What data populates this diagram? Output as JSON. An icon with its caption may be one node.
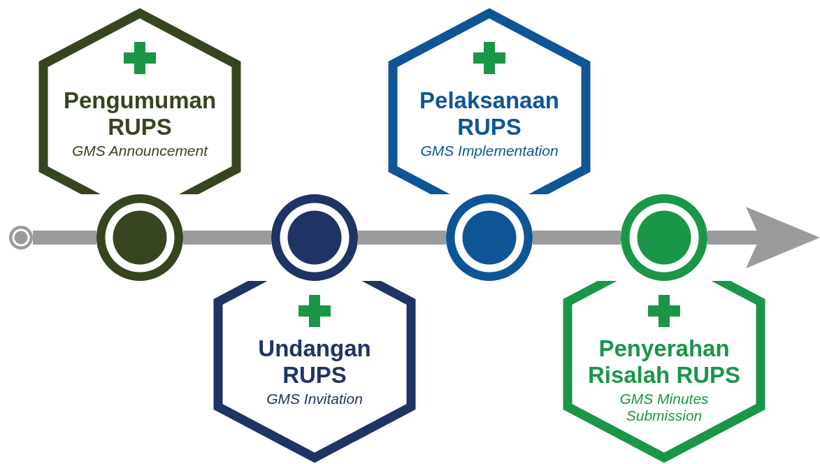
{
  "diagram": {
    "nodes": [
      {
        "text": [],
        "shape": "circle"
      },
      {
        "text": [
          "Pengumuman RUPS",
          "GMS Announcement"
        ]
      },
      {
        "text": [],
        "shape": "circle"
      },
      {
        "text": [
          "Undangan RUPS",
          "GMS Invitation"
        ]
      },
      {
        "text": [],
        "shape": "circle"
      },
      {
        "text": [
          "Pelaksanaan RUPS",
          "GMS Implementation"
        ]
      },
      {
        "text": [],
        "shape": "circle"
      },
      {
        "text": [
          "Penyerahan Risalah RUPS",
          "GMS Minutes Submission"
        ]
      },
      {
        "text": [],
        "shape": "circle"
      }
    ],
    "edges": [
      {
        "from": 0,
        "to": 2,
        "arrow": "none"
      },
      {
        "from": 2,
        "to": 4,
        "arrow": "none"
      },
      {
        "from": 4,
        "to": 6,
        "arrow": "none"
      },
      {
        "from": 6,
        "to": 8,
        "arrow": "none"
      },
      {
        "from": 8,
        "to": null,
        "arrow": "to"
      }
    ]
  }
}
